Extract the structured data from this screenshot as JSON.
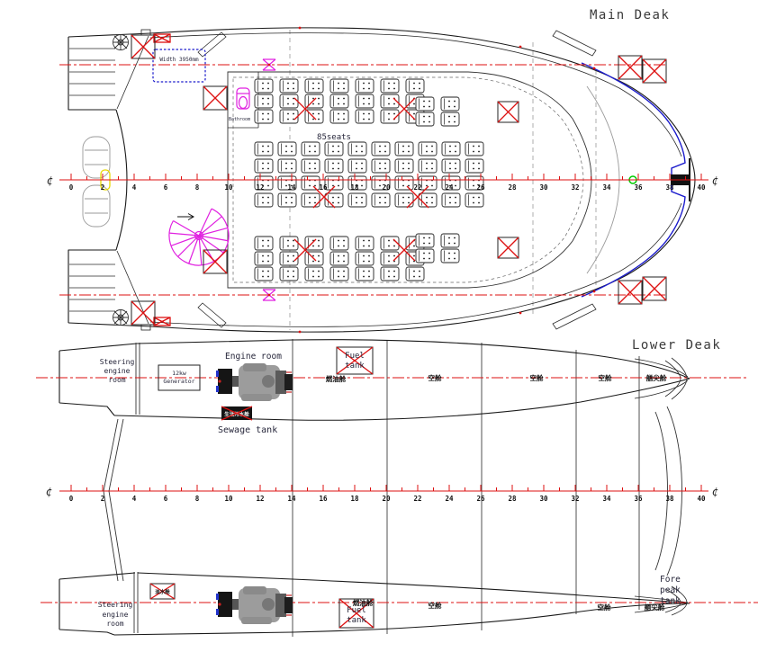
{
  "colors": {
    "red": "#dd1111",
    "mag": "#e020e0",
    "blue": "#1a1acc",
    "green": "#00cc00",
    "yellow": "#e8d800"
  },
  "centerline_symbol": "¢",
  "main_deck": {
    "title": "Main Deak",
    "seats_label": "85seats",
    "width_label": "Width 3950mm",
    "bathroom_label": "Bathroom"
  },
  "lower_deck": {
    "title": "Lower Deak",
    "steering_room_lines": [
      "Steering",
      "engine",
      "room"
    ],
    "generator_lines": [
      "12kw",
      "Generator"
    ],
    "engine_room_label": "Engine room",
    "fuel_tank_lines": [
      "Fuel",
      "tank"
    ],
    "sewage_tank_label": "Sewage tank",
    "sewage_tank_cn": "生活污水舱",
    "fresh_water_cn": "淡水舱",
    "fuel_cn": "燃油舱",
    "empty_compartment_cn": "空舱",
    "fore_peak_cn": "艏尖舱",
    "fore_peak_lines": [
      "Fore",
      "peak",
      "tank"
    ]
  },
  "stations": {
    "numbers": [
      0,
      2,
      4,
      6,
      8,
      10,
      12,
      14,
      16,
      18,
      20,
      22,
      24,
      26,
      28,
      30,
      32,
      34,
      36,
      38,
      40
    ]
  }
}
